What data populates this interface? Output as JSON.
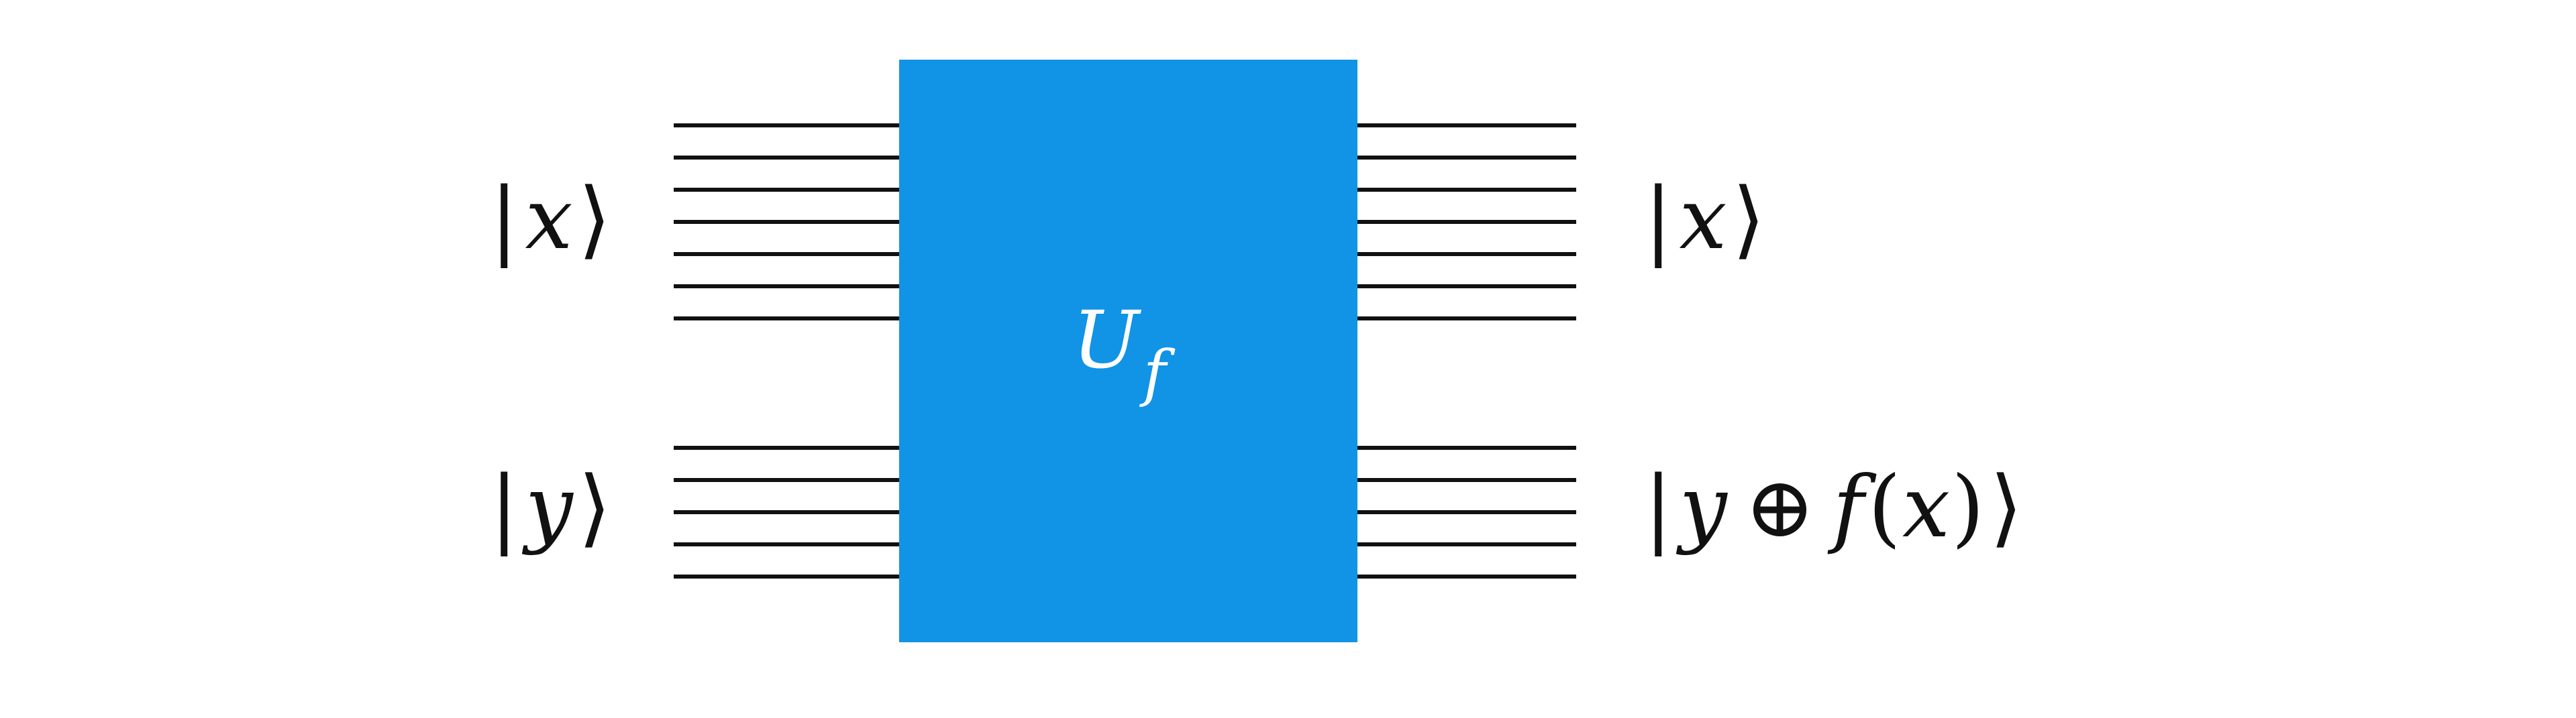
{
  "colors": {
    "background": "#ffffff",
    "gate_fill": "#1193e6",
    "wire": "#111111",
    "text": "#111111",
    "gate_text": "#ffffff"
  },
  "gate": {
    "symbol": "U",
    "subscript": "f"
  },
  "inputs": {
    "x": {
      "var": "x",
      "wire_count": 7
    },
    "y": {
      "var": "y",
      "wire_count": 5
    }
  },
  "outputs": {
    "x": {
      "var": "x",
      "wire_count": 7
    },
    "y": {
      "var_y": "y",
      "op": "⊕",
      "func": "f",
      "open_paren": "(",
      "arg": "x",
      "close_paren": ")",
      "wire_count": 5
    }
  },
  "ket": {
    "left": "|",
    "right": "⟩"
  }
}
